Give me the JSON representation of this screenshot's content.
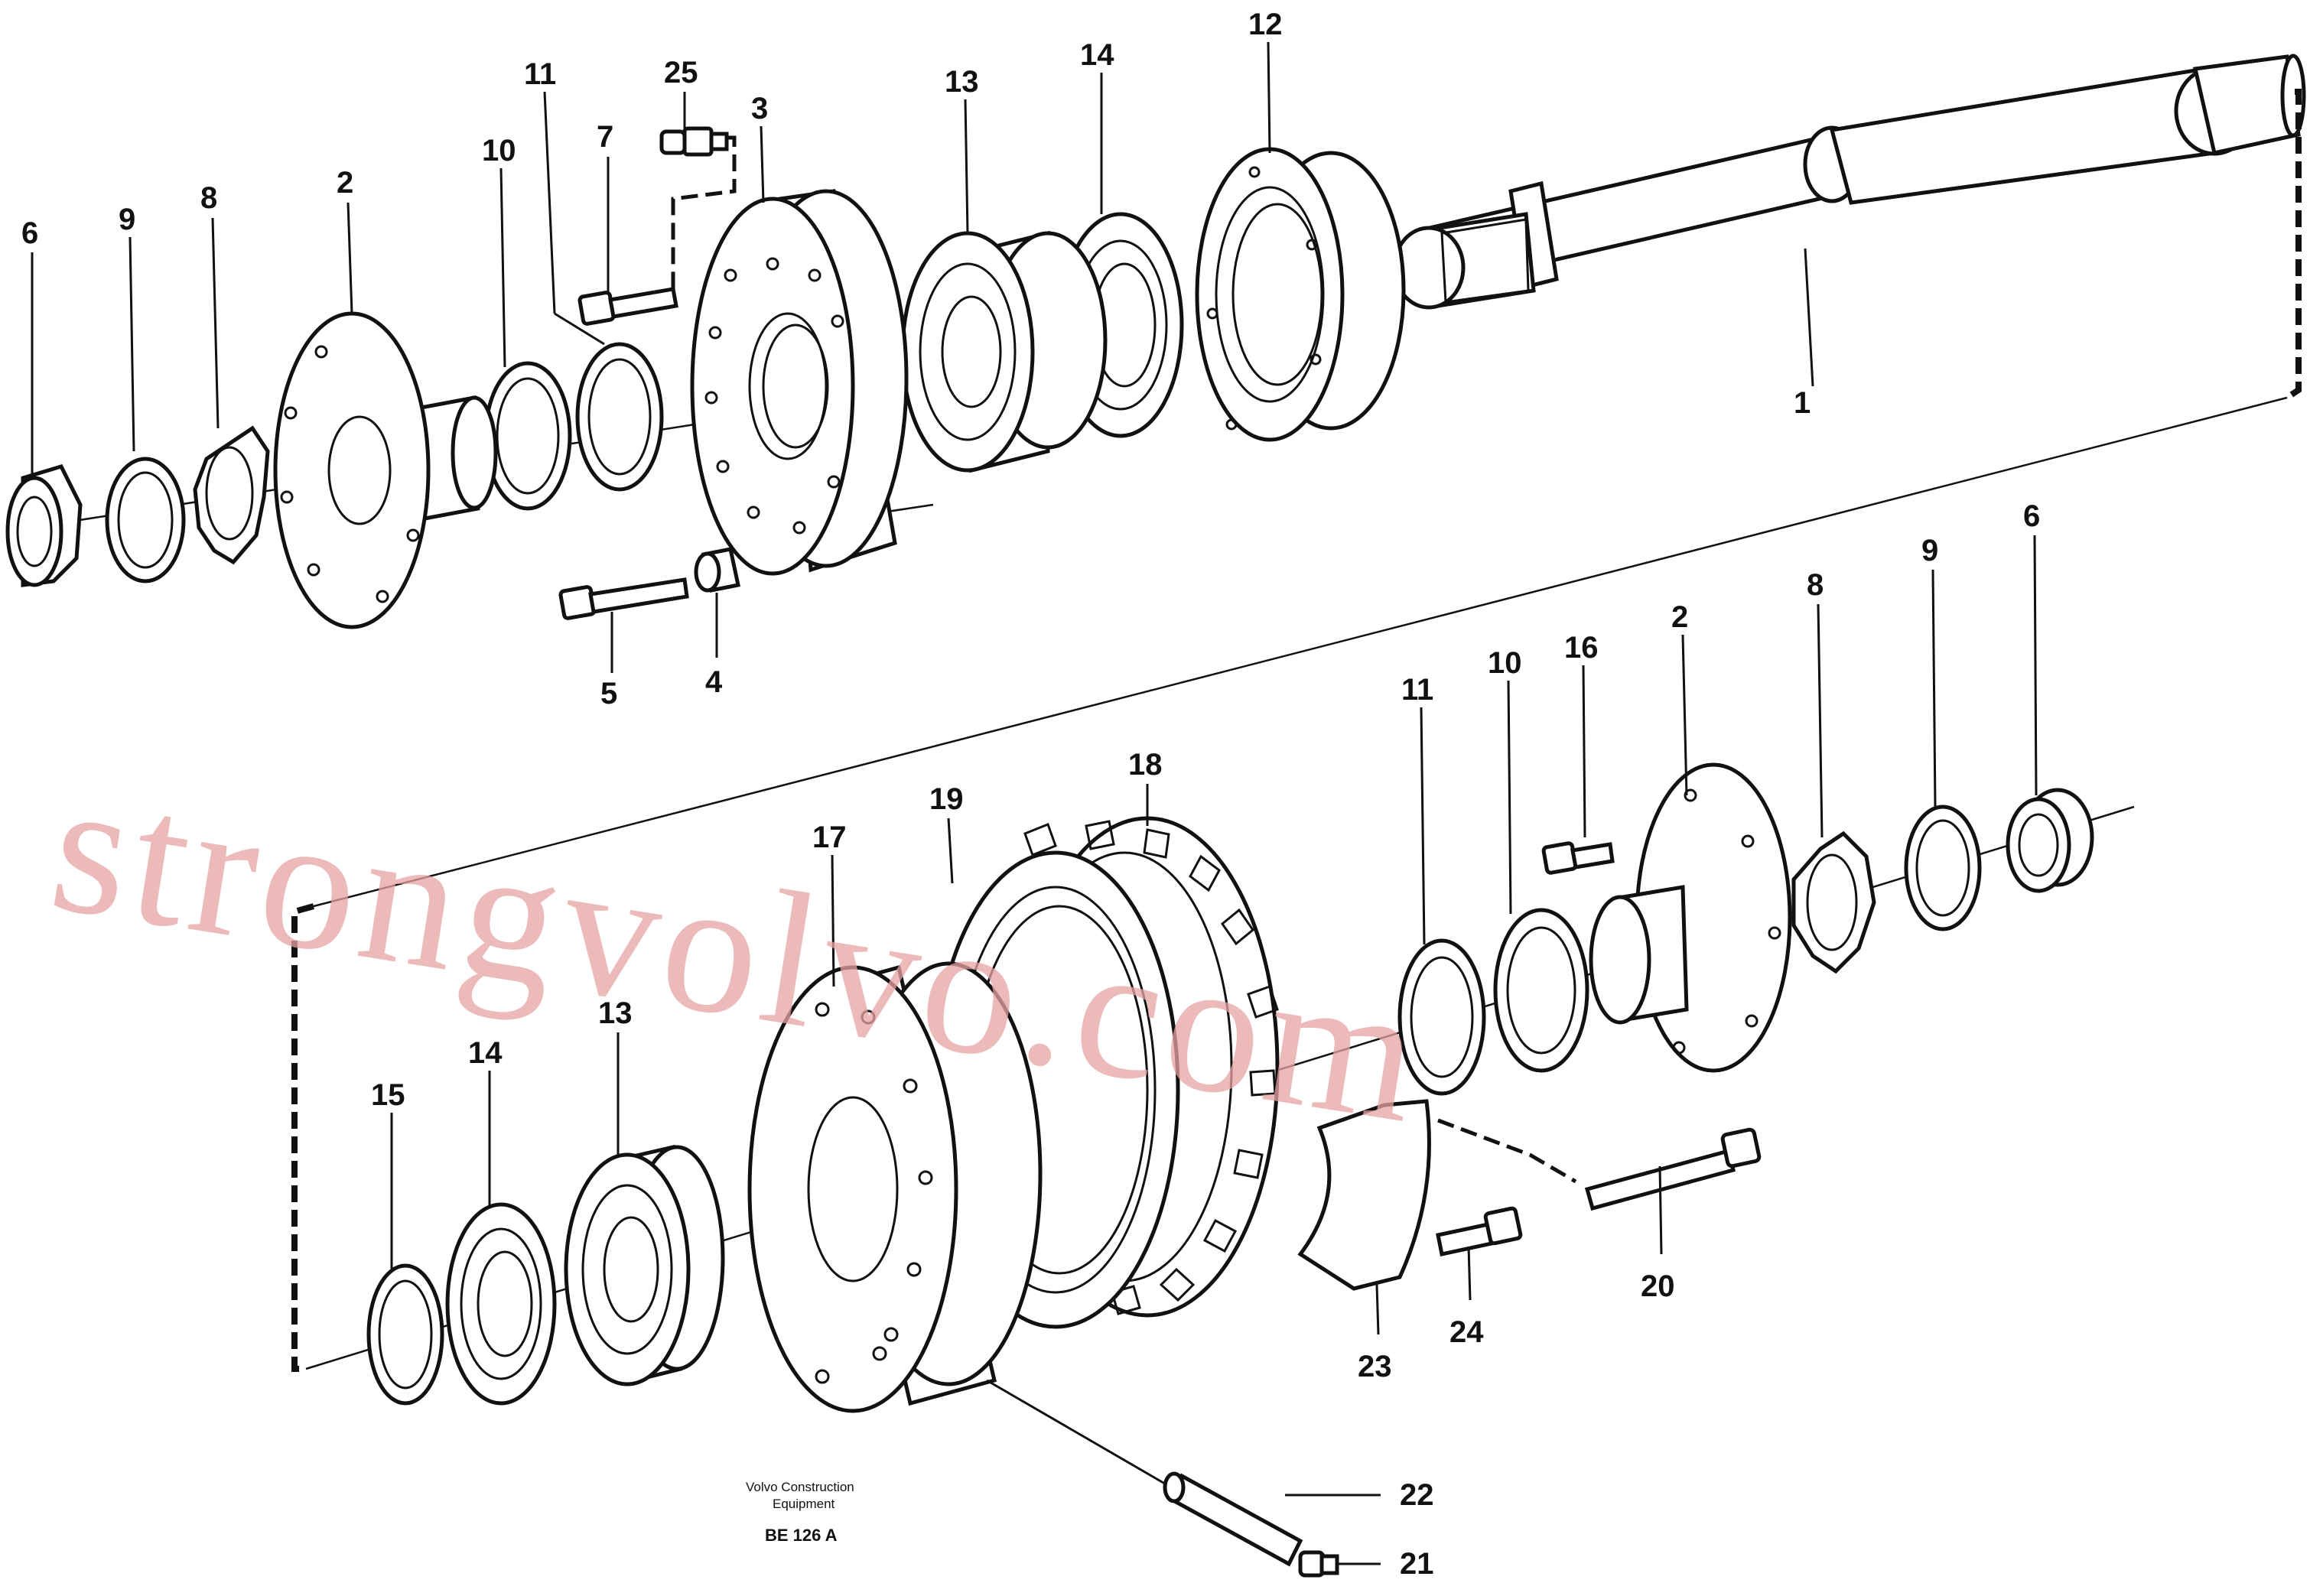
{
  "diagram": {
    "callouts_top": [
      "6",
      "9",
      "8",
      "2",
      "10",
      "11",
      "7",
      "25",
      "3",
      "13",
      "14",
      "12",
      "1",
      "5",
      "4"
    ],
    "callouts_bottom": [
      "2",
      "16",
      "10",
      "11",
      "8",
      "9",
      "6",
      "18",
      "19",
      "17",
      "13",
      "14",
      "15",
      "20",
      "24",
      "23",
      "22",
      "21"
    ],
    "caption": {
      "brand": "Volvo Construction",
      "brand_line2": "Equipment",
      "code": "BE 126 A"
    }
  },
  "watermark": {
    "text": "strongvolvo.com",
    "color": "#e8a3a3"
  }
}
